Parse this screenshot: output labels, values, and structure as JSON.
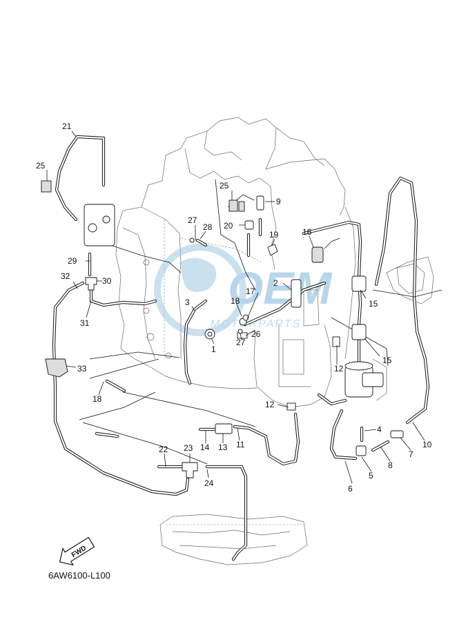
{
  "diagram_code": "6AW6100-L100",
  "direction_label": "FWD",
  "watermark": {
    "brand": "OEM",
    "subtitle": "MOTORPARTS",
    "color": "#7fb6d9"
  },
  "callouts": {
    "c1": "1",
    "c2": "2",
    "c3": "3",
    "c4": "4",
    "c5": "5",
    "c6": "6",
    "c7": "7",
    "c8": "8",
    "c9": "9",
    "c10": "10",
    "c11": "11",
    "c12a": "12",
    "c12b": "12",
    "c13": "13",
    "c14": "14",
    "c15a": "15",
    "c15b": "15",
    "c16": "16",
    "c17": "17",
    "c18a": "18",
    "c18b": "18",
    "c19": "19",
    "c20": "20",
    "c21": "21",
    "c22": "22",
    "c23": "23",
    "c24": "24",
    "c25a": "25",
    "c25b": "25",
    "c26": "26",
    "c27a": "27",
    "c27b": "27",
    "c28": "28",
    "c29": "29",
    "c30": "30",
    "c31": "31",
    "c32": "32",
    "c33": "33"
  }
}
